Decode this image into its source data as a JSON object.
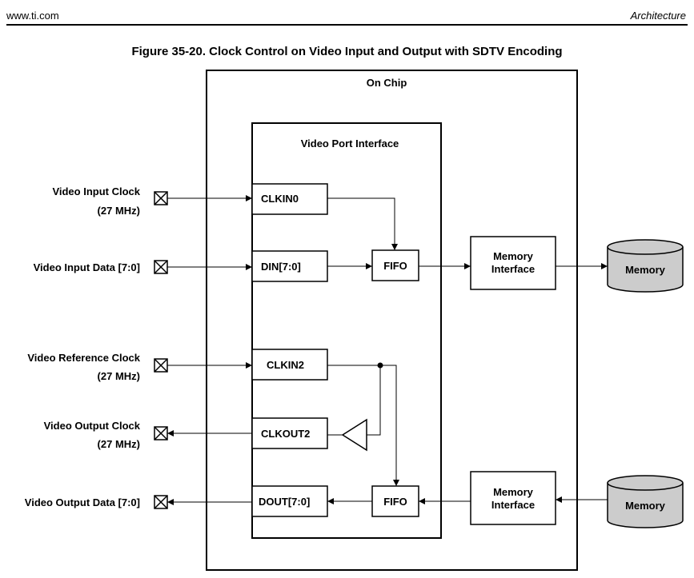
{
  "header": {
    "left": "www.ti.com",
    "right": "Architecture"
  },
  "figure_title": "Figure 35-20. Clock Control on Video Input and Output with SDTV Encoding",
  "diagram": {
    "chip_label": "On Chip",
    "vpi_label": "Video Port Interface",
    "pins": {
      "video_input_clock": {
        "line1": "Video Input Clock",
        "line2": "(27 MHz)"
      },
      "video_input_data": {
        "line1": "Video Input Data [7:0]"
      },
      "video_reference_clock": {
        "line1": "Video Reference Clock",
        "line2": "(27 MHz)"
      },
      "video_output_clock": {
        "line1": "Video Output Clock",
        "line2": "(27 MHz)"
      },
      "video_output_data": {
        "line1": "Video Output Data [7:0]"
      }
    },
    "blocks": {
      "clkin0": "CLKIN0",
      "din": "DIN[7:0]",
      "fifo_in": "FIFO",
      "clkin2": "CLKIN2",
      "clkout2": "CLKOUT2",
      "dout": "DOUT[7:0]",
      "fifo_out": "FIFO",
      "mem_if_top": [
        "Memory",
        "Interface"
      ],
      "mem_if_bottom": [
        "Memory",
        "Interface"
      ],
      "memory_top": "Memory",
      "memory_bottom": "Memory"
    },
    "colors": {
      "memory_fill": "#cccccc",
      "stroke": "#000000"
    }
  }
}
